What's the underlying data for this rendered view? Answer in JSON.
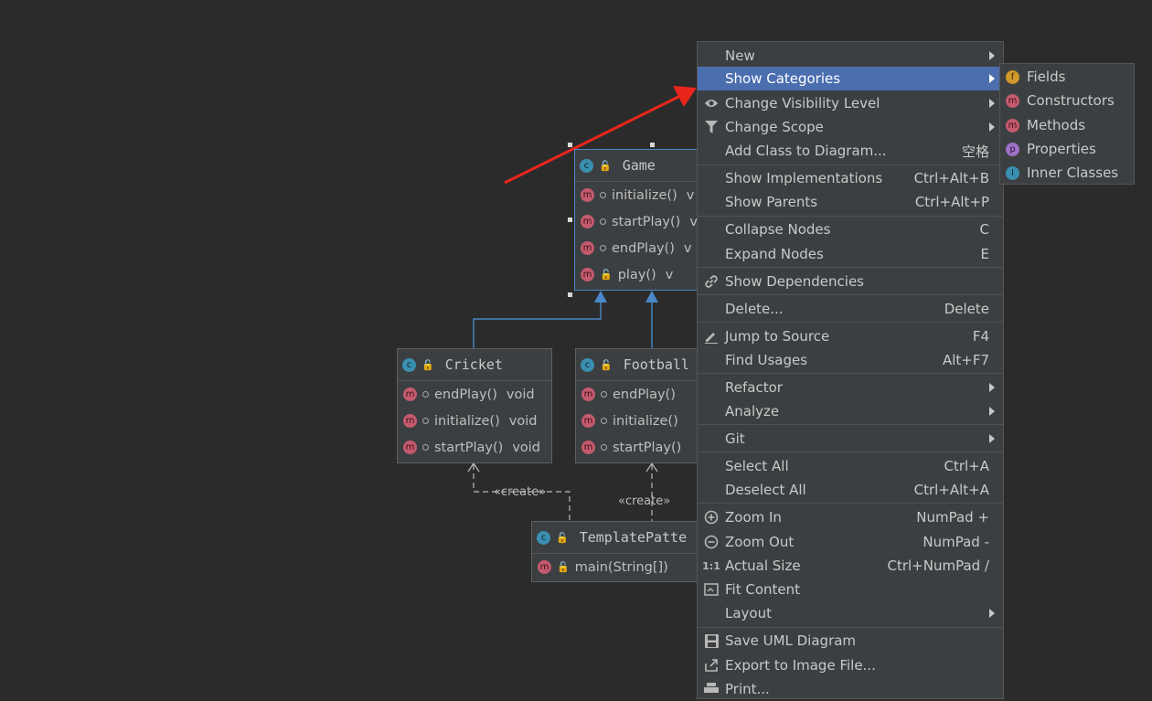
{
  "diagram": {
    "classes": [
      {
        "id": "game",
        "name": "Game",
        "kind_badge": "c",
        "methods": [
          {
            "name": "initialize()",
            "type": "v"
          },
          {
            "name": "startPlay()",
            "type": "v"
          },
          {
            "name": "endPlay()",
            "type": "v"
          },
          {
            "name": "play()",
            "type": "v"
          }
        ]
      },
      {
        "id": "cricket",
        "name": "Cricket",
        "kind_badge": "c",
        "methods": [
          {
            "name": "endPlay()",
            "type": "void"
          },
          {
            "name": "initialize()",
            "type": "void"
          },
          {
            "name": "startPlay()",
            "type": "void"
          }
        ]
      },
      {
        "id": "football",
        "name": "Football",
        "kind_badge": "c",
        "methods": [
          {
            "name": "endPlay()",
            "type": ""
          },
          {
            "name": "initialize()",
            "type": ""
          },
          {
            "name": "startPlay()",
            "type": ""
          }
        ]
      },
      {
        "id": "template",
        "name": "TemplatePatte",
        "kind_badge": "c",
        "methods": [
          {
            "name": "main(String[])",
            "type": ""
          }
        ]
      }
    ],
    "create_labels": [
      "«create»",
      "«create»"
    ],
    "method_badge": "m"
  },
  "menu": {
    "items": [
      {
        "label": "New",
        "shortcut": "",
        "submenu": true,
        "icon": ""
      },
      {
        "label": "Show Categories",
        "shortcut": "",
        "submenu": true,
        "icon": "",
        "active": true
      },
      {
        "label": "Change Visibility Level",
        "shortcut": "",
        "submenu": true,
        "icon": "eye-icon"
      },
      {
        "label": "Change Scope",
        "shortcut": "",
        "submenu": true,
        "icon": "filter-icon"
      },
      {
        "label": "Add Class to Diagram...",
        "shortcut": "空格",
        "submenu": false,
        "icon": ""
      },
      {
        "label": "Show Implementations",
        "shortcut": "Ctrl+Alt+B",
        "submenu": false,
        "icon": ""
      },
      {
        "label": "Show Parents",
        "shortcut": "Ctrl+Alt+P",
        "submenu": false,
        "icon": ""
      },
      {
        "label": "Collapse Nodes",
        "shortcut": "C",
        "submenu": false,
        "icon": ""
      },
      {
        "label": "Expand Nodes",
        "shortcut": "E",
        "submenu": false,
        "icon": ""
      },
      {
        "label": "Show Dependencies",
        "shortcut": "",
        "submenu": false,
        "icon": "link-icon"
      },
      {
        "label": "Delete...",
        "shortcut": "Delete",
        "submenu": false,
        "icon": ""
      },
      {
        "label": "Jump to Source",
        "shortcut": "F4",
        "submenu": false,
        "icon": "pencil-icon"
      },
      {
        "label": "Find Usages",
        "shortcut": "Alt+F7",
        "submenu": false,
        "icon": ""
      },
      {
        "label": "Refactor",
        "shortcut": "",
        "submenu": true,
        "icon": ""
      },
      {
        "label": "Analyze",
        "shortcut": "",
        "submenu": true,
        "icon": ""
      },
      {
        "label": "Git",
        "shortcut": "",
        "submenu": true,
        "icon": ""
      },
      {
        "label": "Select All",
        "shortcut": "Ctrl+A",
        "submenu": false,
        "icon": ""
      },
      {
        "label": "Deselect All",
        "shortcut": "Ctrl+Alt+A",
        "submenu": false,
        "icon": ""
      },
      {
        "label": "Zoom In",
        "shortcut": "NumPad +",
        "submenu": false,
        "icon": "zoom-in-icon"
      },
      {
        "label": "Zoom Out",
        "shortcut": "NumPad -",
        "submenu": false,
        "icon": "zoom-out-icon"
      },
      {
        "label": "Actual Size",
        "shortcut": "Ctrl+NumPad /",
        "submenu": false,
        "icon": "actual-size-icon",
        "icon_text": "1:1"
      },
      {
        "label": "Fit Content",
        "shortcut": "",
        "submenu": false,
        "icon": "fit-content-icon"
      },
      {
        "label": "Layout",
        "shortcut": "",
        "submenu": true,
        "icon": ""
      },
      {
        "label": "Save UML Diagram",
        "shortcut": "",
        "submenu": false,
        "icon": "save-icon"
      },
      {
        "label": "Export to Image File...",
        "shortcut": "",
        "submenu": false,
        "icon": "export-icon"
      },
      {
        "label": "Print...",
        "shortcut": "",
        "submenu": false,
        "icon": "print-icon"
      }
    ]
  },
  "submenu": {
    "items": [
      {
        "label": "Fields",
        "badge": "f",
        "icon": "field-icon"
      },
      {
        "label": "Constructors",
        "badge": "m",
        "icon": "constructor-icon"
      },
      {
        "label": "Methods",
        "badge": "m",
        "icon": "method-icon"
      },
      {
        "label": "Properties",
        "badge": "p",
        "icon": "property-icon"
      },
      {
        "label": "Inner Classes",
        "badge": "I",
        "icon": "inner-class-icon"
      }
    ]
  },
  "colors": {
    "background": "#2b2b2b",
    "menu_bg": "#3c3f41",
    "menu_active": "#4b6eaf",
    "annotation_arrow": "#e8261c",
    "inheritance_line": "#4a88c7"
  }
}
